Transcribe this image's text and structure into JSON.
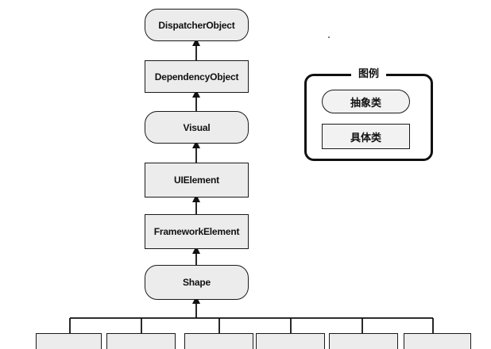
{
  "hierarchy": [
    {
      "label": "DispatcherObject",
      "kind": "abstract"
    },
    {
      "label": "DependencyObject",
      "kind": "concrete"
    },
    {
      "label": "Visual",
      "kind": "abstract"
    },
    {
      "label": "UIElement",
      "kind": "concrete"
    },
    {
      "label": "FrameworkElement",
      "kind": "concrete"
    },
    {
      "label": "Shape",
      "kind": "abstract"
    }
  ],
  "legend": {
    "title": "图例",
    "abstract_label": "抽象类",
    "concrete_label": "具体类"
  },
  "colors": {
    "node_fill": "#ececec",
    "stroke": "#111111",
    "background": "#ffffff"
  }
}
